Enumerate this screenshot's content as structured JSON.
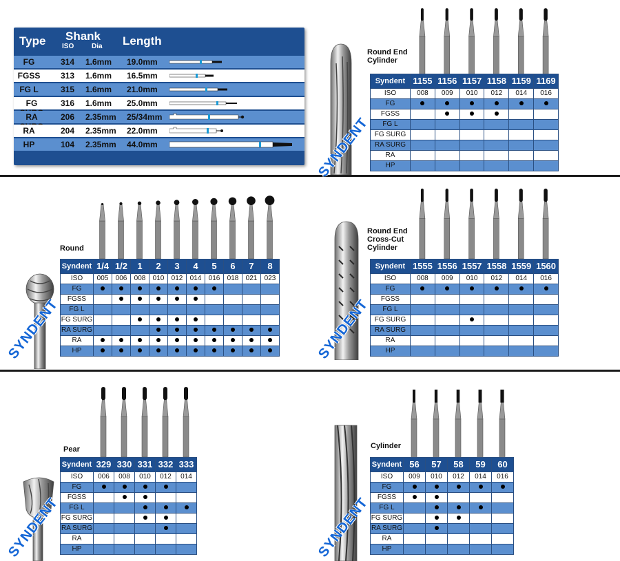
{
  "shank_legend": {
    "headers": {
      "type": "Type",
      "shank": "Shank",
      "iso": "ISO",
      "dia": "Dia",
      "length": "Length"
    },
    "rows": [
      {
        "type": "FG",
        "iso": "314",
        "dia": "1.6mm",
        "length": "19.0mm"
      },
      {
        "type": "FGSS",
        "iso": "313",
        "dia": "1.6mm",
        "length": "16.5mm"
      },
      {
        "type": "FG L",
        "iso": "315",
        "dia": "1.6mm",
        "length": "21.0mm"
      },
      {
        "type": "FG SURG",
        "iso": "316",
        "dia": "1.6mm",
        "length": "25.0mm"
      },
      {
        "type": "RA SURG",
        "iso": "206",
        "dia": "2.35mm",
        "length": "25/34mm"
      },
      {
        "type": "RA",
        "iso": "204",
        "dia": "2.35mm",
        "length": "22.0mm"
      },
      {
        "type": "HP",
        "iso": "104",
        "dia": "2.35mm",
        "length": "44.0mm"
      }
    ]
  },
  "watermark": "SYNDENT",
  "row_labels": [
    "ISO",
    "FG",
    "FGSS",
    "FG L",
    "FG SURG",
    "RA SURG",
    "RA",
    "HP"
  ],
  "products": [
    {
      "title": "Round End\nCylinder",
      "header_label": "Syndent",
      "sizes": [
        "1155",
        "1156",
        "1157",
        "1158",
        "1159",
        "1169"
      ],
      "iso": [
        "008",
        "009",
        "010",
        "012",
        "014",
        "016"
      ],
      "marks": {
        "FG": [
          1,
          1,
          1,
          1,
          1,
          1
        ],
        "FGSS": [
          0,
          1,
          1,
          1,
          0,
          0
        ],
        "FG L": [
          0,
          0,
          0,
          0,
          0,
          0
        ],
        "FG SURG": [
          0,
          0,
          0,
          0,
          0,
          0
        ],
        "RA SURG": [
          0,
          0,
          0,
          0,
          0,
          0
        ],
        "RA": [
          0,
          0,
          0,
          0,
          0,
          0
        ],
        "HP": [
          0,
          0,
          0,
          0,
          0,
          0
        ]
      }
    },
    {
      "title": "Round",
      "header_label": "Syndent",
      "sizes": [
        "1/4",
        "1/2",
        "1",
        "2",
        "3",
        "4",
        "5",
        "6",
        "7",
        "8"
      ],
      "iso": [
        "005",
        "006",
        "008",
        "010",
        "012",
        "014",
        "016",
        "018",
        "021",
        "023"
      ],
      "marks": {
        "FG": [
          1,
          1,
          1,
          1,
          1,
          1,
          1,
          0,
          0,
          0
        ],
        "FGSS": [
          0,
          1,
          1,
          1,
          1,
          1,
          0,
          0,
          0,
          0
        ],
        "FG L": [
          0,
          0,
          0,
          0,
          0,
          0,
          0,
          0,
          0,
          0
        ],
        "FG SURG": [
          0,
          0,
          1,
          1,
          1,
          1,
          0,
          0,
          0,
          0
        ],
        "RA SURG": [
          0,
          0,
          0,
          1,
          1,
          1,
          1,
          1,
          1,
          1
        ],
        "RA": [
          1,
          1,
          1,
          1,
          1,
          1,
          1,
          1,
          1,
          1
        ],
        "HP": [
          1,
          1,
          1,
          1,
          1,
          1,
          1,
          1,
          1,
          1
        ]
      }
    },
    {
      "title": "Round End\nCross-Cut\nCylinder",
      "header_label": "Syndent",
      "sizes": [
        "1555",
        "1556",
        "1557",
        "1558",
        "1559",
        "1560"
      ],
      "iso": [
        "008",
        "009",
        "010",
        "012",
        "014",
        "016"
      ],
      "marks": {
        "FG": [
          1,
          1,
          1,
          1,
          1,
          1
        ],
        "FGSS": [
          0,
          0,
          0,
          0,
          0,
          0
        ],
        "FG L": [
          0,
          0,
          0,
          0,
          0,
          0
        ],
        "FG SURG": [
          0,
          0,
          1,
          0,
          0,
          0
        ],
        "RA SURG": [
          0,
          0,
          0,
          0,
          0,
          0
        ],
        "RA": [
          0,
          0,
          0,
          0,
          0,
          0
        ],
        "HP": [
          0,
          0,
          0,
          0,
          0,
          0
        ]
      }
    },
    {
      "title": "Pear",
      "header_label": "Syndent",
      "sizes": [
        "329",
        "330",
        "331",
        "332",
        "333"
      ],
      "iso": [
        "006",
        "008",
        "010",
        "012",
        "014"
      ],
      "marks": {
        "FG": [
          1,
          1,
          1,
          1,
          0
        ],
        "FGSS": [
          0,
          1,
          1,
          0,
          0
        ],
        "FG L": [
          0,
          0,
          1,
          1,
          1
        ],
        "FG SURG": [
          0,
          0,
          1,
          1,
          0
        ],
        "RA SURG": [
          0,
          0,
          0,
          1,
          0
        ],
        "RA": [
          0,
          0,
          0,
          0,
          0
        ],
        "HP": [
          0,
          0,
          0,
          0,
          0
        ]
      }
    },
    {
      "title": "Cylinder",
      "header_label": "Syndent",
      "sizes": [
        "56",
        "57",
        "58",
        "59",
        "60"
      ],
      "iso": [
        "009",
        "010",
        "012",
        "014",
        "016"
      ],
      "marks": {
        "FG": [
          1,
          1,
          1,
          1,
          1
        ],
        "FGSS": [
          1,
          1,
          0,
          0,
          0
        ],
        "FG L": [
          0,
          1,
          1,
          1,
          0
        ],
        "FG SURG": [
          0,
          1,
          1,
          0,
          0
        ],
        "RA SURG": [
          0,
          1,
          0,
          0,
          0
        ],
        "RA": [
          0,
          0,
          0,
          0,
          0
        ],
        "HP": [
          0,
          0,
          0,
          0,
          0
        ]
      }
    }
  ],
  "colors": {
    "header_blue": "#1e4f91",
    "row_blue": "#5b8fcf",
    "watermark_blue": "#1466d6"
  }
}
